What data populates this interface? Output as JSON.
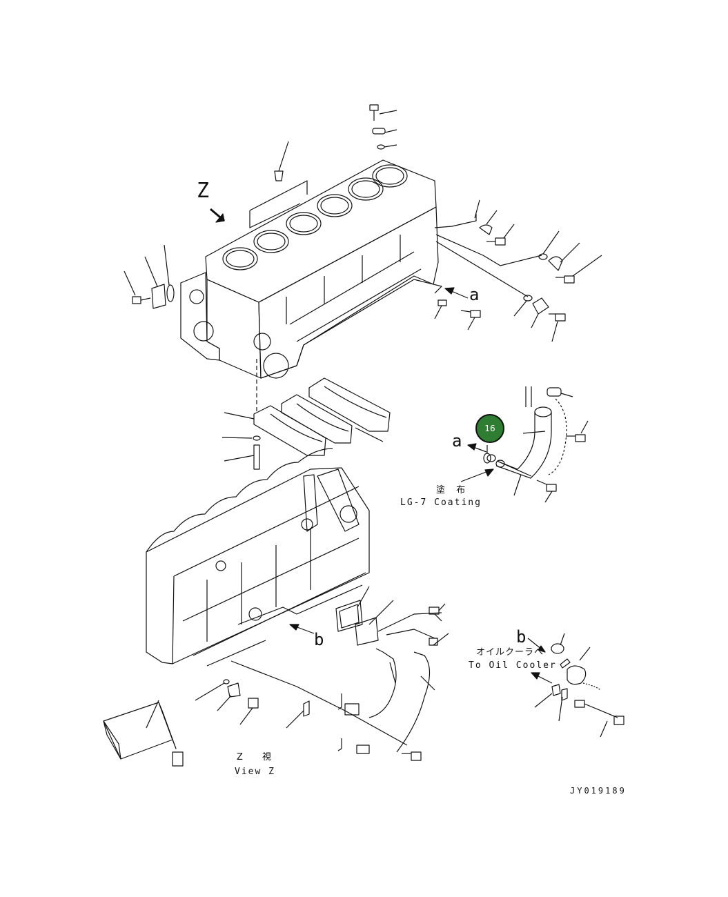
{
  "labels": {
    "view_letter": "Z",
    "arrow_a_top": "a",
    "arrow_a_mid": "a",
    "arrow_b_low": "b",
    "arrow_b_right": "b",
    "coating_jp": "塗 布",
    "coating_en": "LG-7 Coating",
    "oil_cooler_jp": "オイルクーラへ",
    "oil_cooler_en": "To Oil Cooler",
    "view_jp": "Z 視",
    "view_en": "View Z",
    "drawing_id": "JY019189"
  },
  "callout": {
    "number": "16",
    "color": "#2e7d32"
  }
}
